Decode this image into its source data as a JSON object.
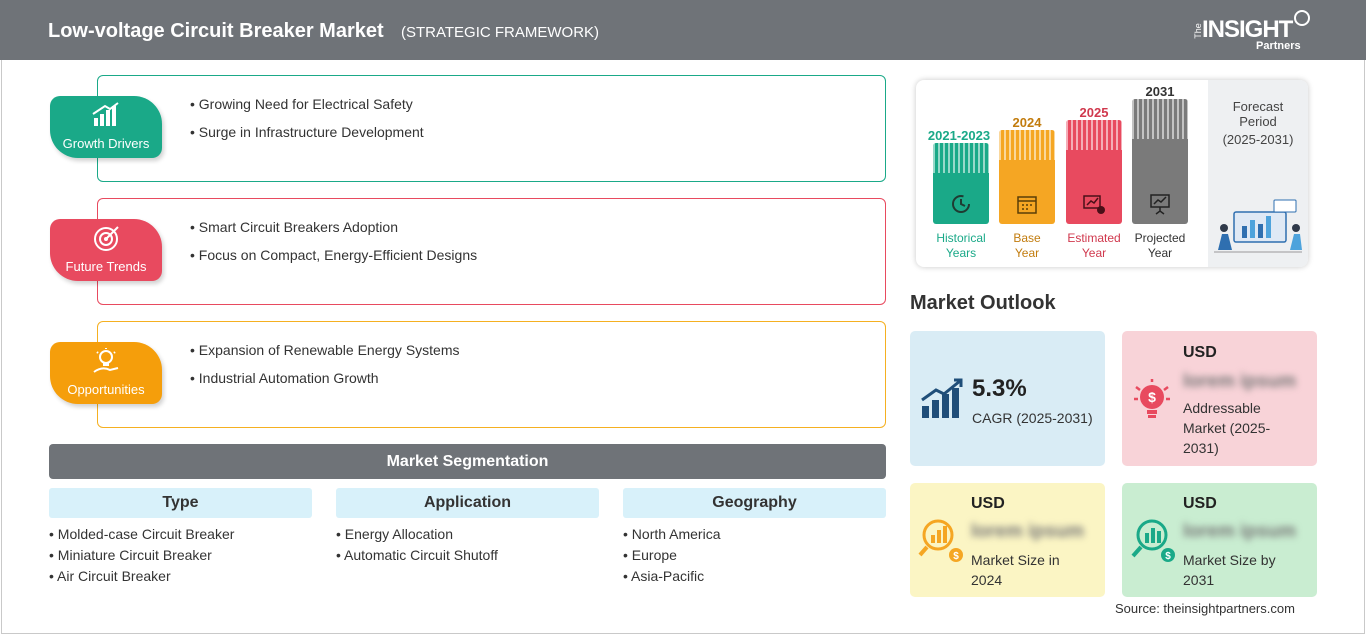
{
  "header": {
    "title": "Low-voltage Circuit Breaker Market",
    "subtitle": "(STRATEGIC FRAMEWORK)",
    "logo": {
      "the": "The",
      "insight": "INSIGHT",
      "partners": "Partners"
    }
  },
  "factors": [
    {
      "badge": "Growth Drivers",
      "color": "#1aa988",
      "icon": "bar-growth-icon",
      "items": [
        "Growing Need for Electrical Safety",
        "Surge in Infrastructure Development"
      ]
    },
    {
      "badge": "Future Trends",
      "color": "#e84a5f",
      "icon": "target-icon",
      "items": [
        "Smart Circuit Breakers Adoption",
        "Focus on Compact, Energy-Efficient Designs"
      ]
    },
    {
      "badge": "Opportunities",
      "color": "#f59e0b",
      "icon": "lightbulb-hand-icon",
      "items": [
        "Expansion of Renewable Energy Systems",
        "Industrial Automation Growth"
      ]
    }
  ],
  "segmentation": {
    "title": "Market Segmentation",
    "columns": [
      {
        "header": "Type",
        "items": [
          "Molded-case Circuit Breaker",
          "Miniature Circuit Breaker",
          "Air Circuit Breaker"
        ]
      },
      {
        "header": "Application",
        "items": [
          "Energy Allocation",
          "Automatic Circuit Shutoff"
        ]
      },
      {
        "header": "Geography",
        "items": [
          "North America",
          "Europe",
          "Asia-Pacific"
        ]
      }
    ]
  },
  "timeline": {
    "periods": [
      {
        "year": "2021-2023",
        "label_line1": "Historical",
        "label_line2": "Years",
        "color": "#1aa988",
        "icon": "history-clock-icon"
      },
      {
        "year": "2024",
        "label_line1": "Base",
        "label_line2": "Year",
        "color": "#f5a623",
        "icon": "calendar-icon"
      },
      {
        "year": "2025",
        "label_line1": "Estimated",
        "label_line2": "Year",
        "color": "#e84a5f",
        "icon": "estimate-chart-icon"
      },
      {
        "year": "2031",
        "label_line1": "Projected",
        "label_line2": "Year",
        "color": "#7a7a7a",
        "icon": "presentation-board-icon"
      }
    ],
    "forecast": {
      "label": "Forecast Period",
      "range": "(2025-2031)"
    }
  },
  "market_outlook": {
    "title": "Market Outlook",
    "cagr": {
      "value": "5.3%",
      "label": "CAGR (2025-2031)",
      "bg": "#d9ecf5",
      "icon": "growth-chart-icon"
    },
    "addressable": {
      "usd": "USD",
      "value": "lorem ipsum",
      "label": "Addressable Market (2025-2031)",
      "bg": "#f8d3d8",
      "icon": "dollar-bulb-icon"
    },
    "size_2024": {
      "usd": "USD",
      "value": "lorem ipsum",
      "label": "Market Size in 2024",
      "bg": "#fbf5c4",
      "icon": "magnifier-chart-icon"
    },
    "size_2031": {
      "usd": "USD",
      "value": "lorem ipsum",
      "label": "Market Size by 2031",
      "bg": "#c9edd1",
      "icon": "magnifier-dollar-icon"
    }
  },
  "source": "Source: theinsightpartners.com"
}
